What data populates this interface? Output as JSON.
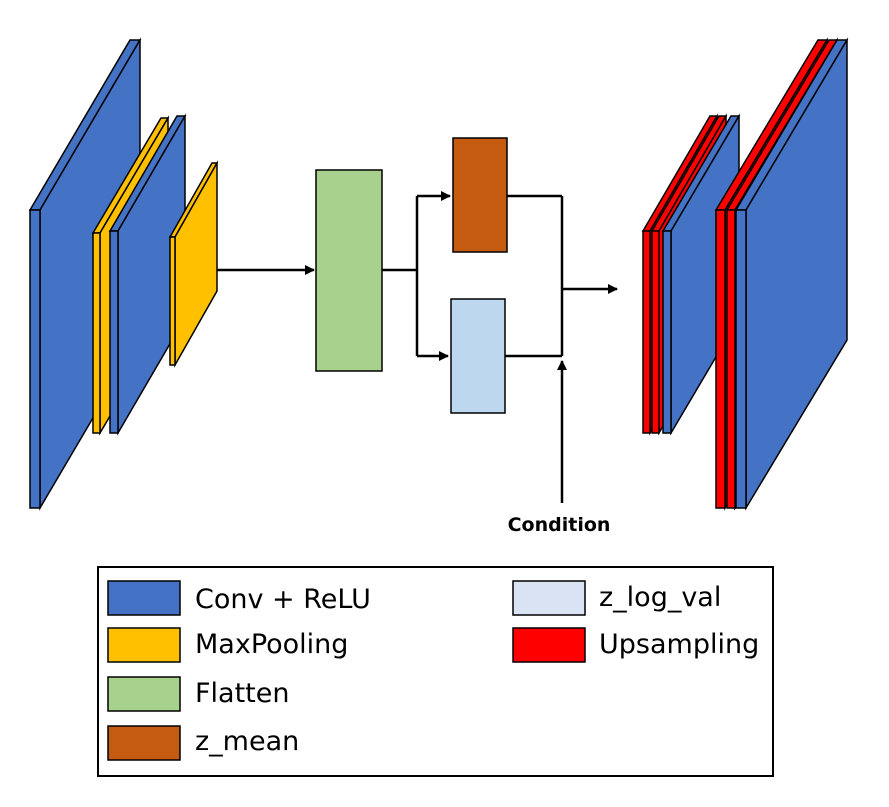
{
  "condition_label": "Condition",
  "legend": {
    "items": [
      {
        "key": "conv",
        "label": "Conv + ReLU",
        "color": "#4472C4"
      },
      {
        "key": "maxpool",
        "label": "MaxPooling",
        "color": "#FFC000"
      },
      {
        "key": "flatten",
        "label": "Flatten",
        "color": "#A9D18E"
      },
      {
        "key": "zmean",
        "label": "z_mean",
        "color": "#C55A11"
      },
      {
        "key": "zlog",
        "label": "z_log_val",
        "color": "#DAE3F3"
      },
      {
        "key": "upsampling",
        "label": "Upsampling",
        "color": "#FF0000"
      }
    ]
  },
  "colors": {
    "conv": "#4472C4",
    "maxpool": "#FFC000",
    "flatten": "#A9D18E",
    "zmean": "#C55A11",
    "zlog": "#BDD7EE",
    "upsampling": "#FF0000"
  }
}
